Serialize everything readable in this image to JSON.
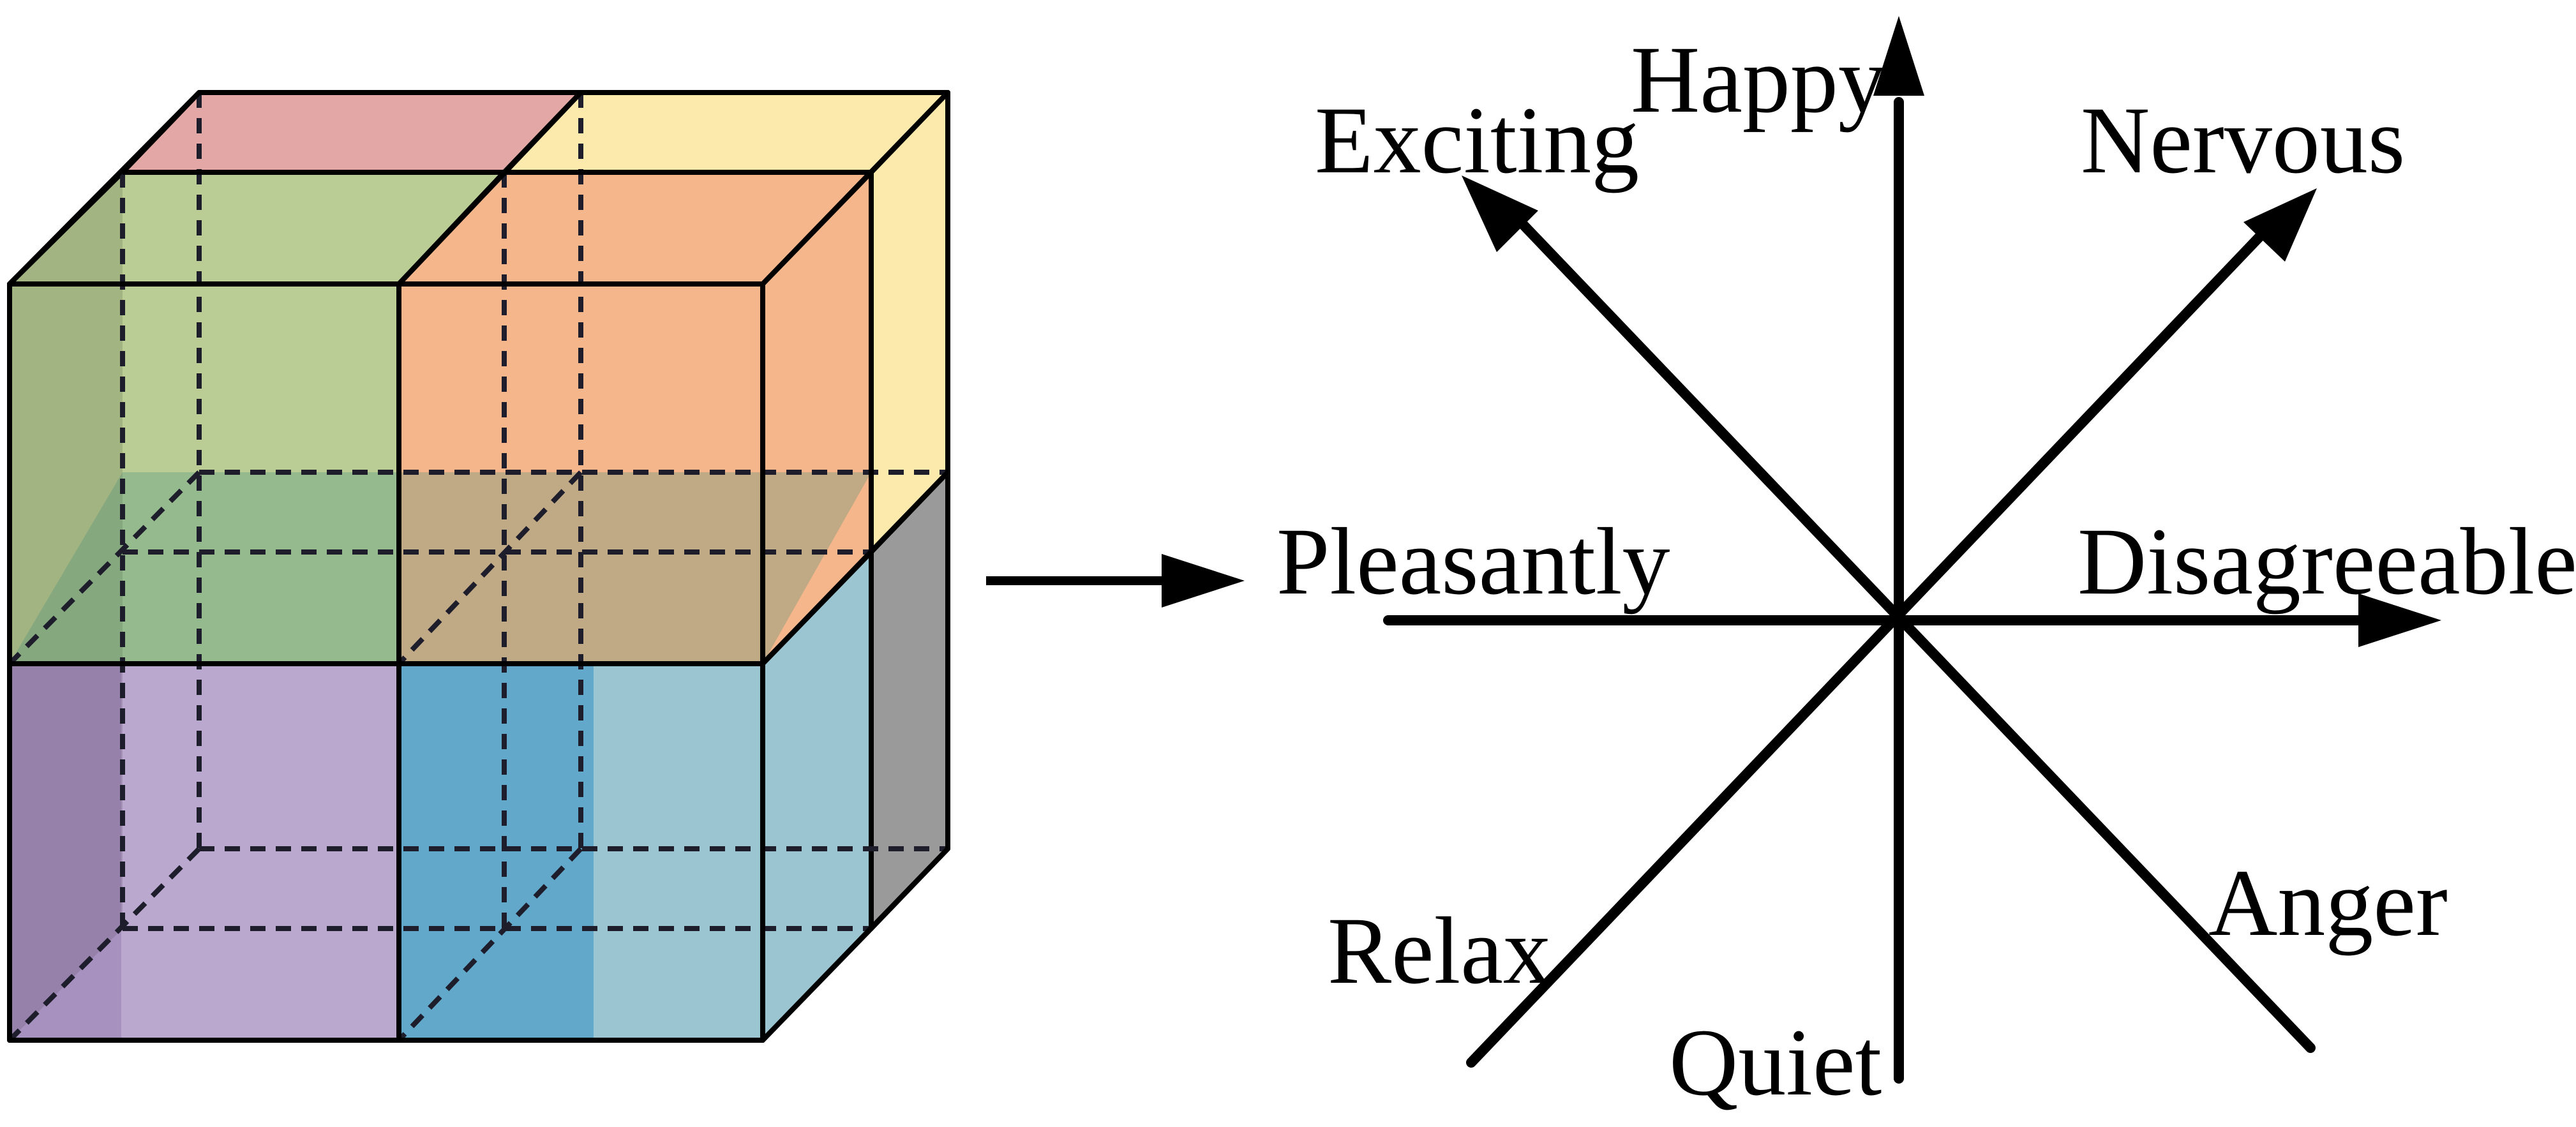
{
  "diagram": {
    "emotion_labels": {
      "happy": "Happy",
      "exciting": "Exciting",
      "nervous": "Nervous",
      "pleasantly": "Pleasantly",
      "disagreeable": "Disagreeable",
      "relax": "Relax",
      "anger": "Anger",
      "quiet": "Quiet"
    },
    "cube_colors": {
      "top_back_left": "#e3a8a6",
      "top_back_right": "#fce9ac",
      "top_front_left": "#b9cd95",
      "top_front_right": "#f4b68a",
      "bottom_front_left": "#bba8cf",
      "bottom_front_right": "#9cc5d2",
      "bottom_back_right": "#9a9a9a"
    },
    "line_color": "#000000"
  }
}
